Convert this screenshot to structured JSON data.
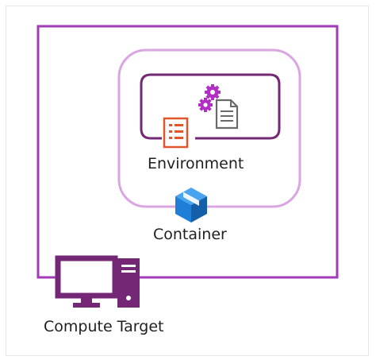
{
  "diagram": {
    "labels": {
      "environment": "Environment",
      "container": "Container",
      "compute_target": "Compute Target"
    },
    "icons": {
      "compute_target": "computer-icon",
      "container": "cube-icon",
      "environment_list": "list-document-icon",
      "environment_config": "gears-document-icon"
    },
    "colors": {
      "compute_border": "#a23bb8",
      "container_border": "#d9a6e2",
      "environment_border": "#742774",
      "computer_icon": "#742774",
      "container_icon": "#1f7fd6",
      "list_icon": "#e0572e",
      "gear_icon": "#b12fc2",
      "document_icon": "#6a6a6a"
    }
  }
}
